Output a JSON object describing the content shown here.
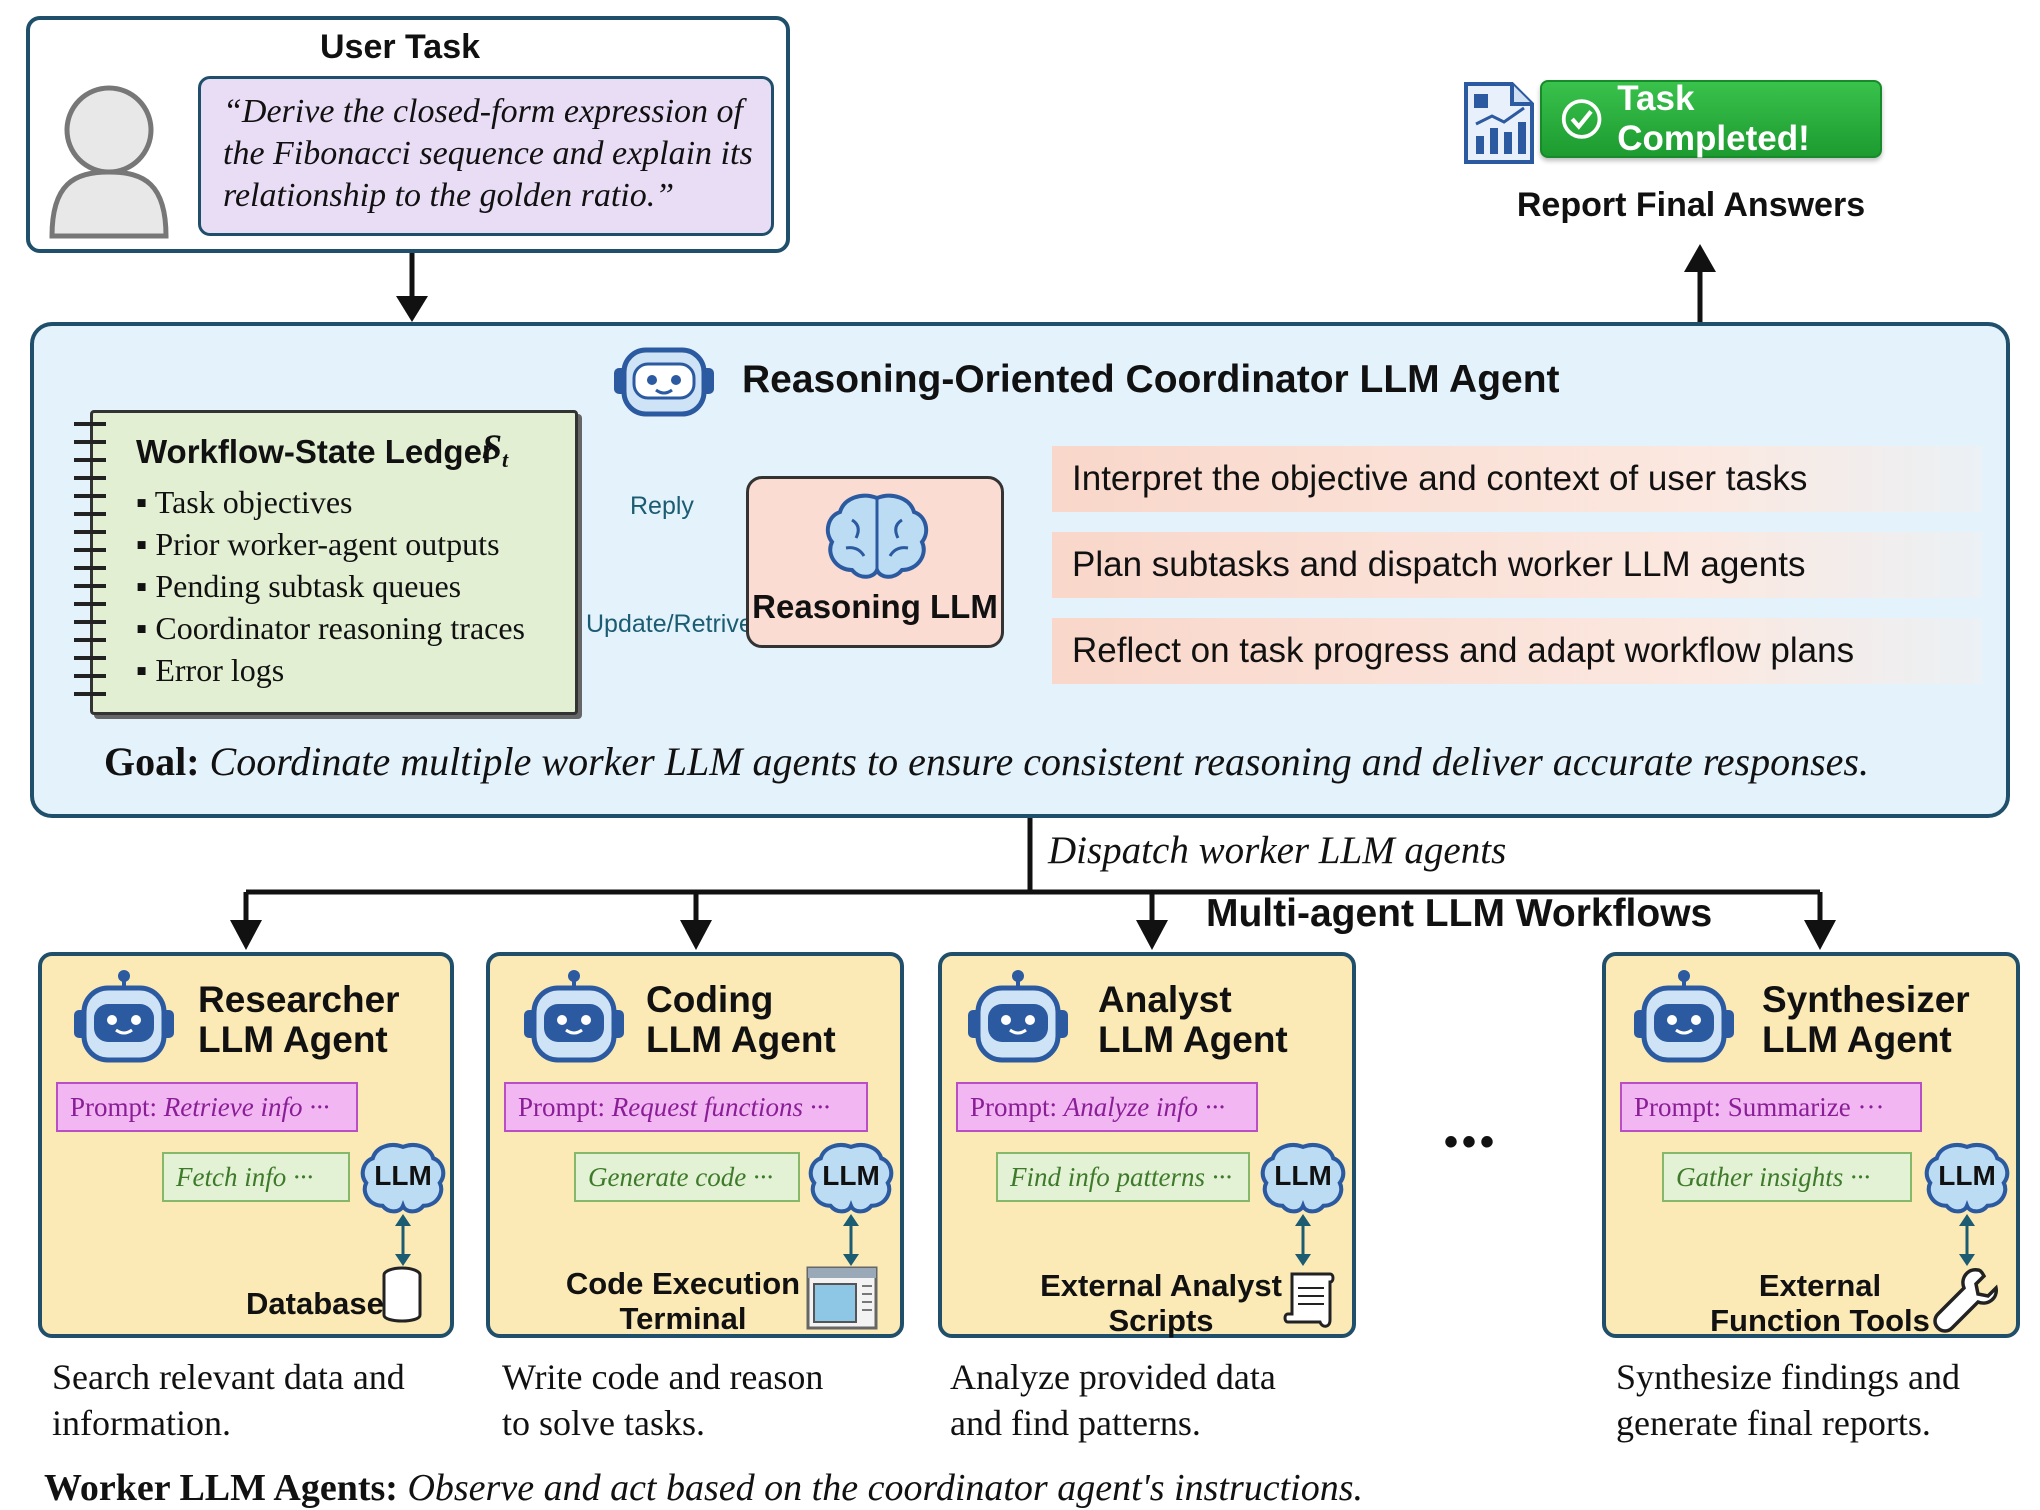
{
  "user_task": {
    "title": "User Task",
    "quote": "“Derive the closed-form expression of the Fibonacci sequence and explain its relationship to the golden ratio.”"
  },
  "completion": {
    "badge": "Task Completed!",
    "report": "Report Final Answers"
  },
  "coordinator": {
    "title": "Reasoning-Oriented Coordinator LLM Agent",
    "ledger": {
      "title": "Workflow-State Ledger",
      "state_symbol": "St",
      "items": [
        "Task objectives",
        "Prior worker-agent outputs",
        "Pending subtask queues",
        "Coordinator reasoning traces",
        "Error logs"
      ]
    },
    "reply_label": "Reply",
    "update_label": "Update/Retrive",
    "reasoning_llm": "Reasoning LLM",
    "responsibilities": [
      "Interpret the objective and context of user tasks",
      "Plan subtasks and dispatch worker LLM agents",
      "Reflect on task progress and adapt workflow plans"
    ],
    "goal_label": "Goal:",
    "goal_text": "Coordinate multiple worker LLM agents to ensure consistent reasoning and deliver accurate responses."
  },
  "dispatch_label": "Dispatch worker LLM agents",
  "workflows_title": "Multi-agent LLM Workflows",
  "ellipsis": "•••",
  "agents": [
    {
      "title_line1": "Researcher",
      "title_line2": "LLM Agent",
      "prompt_label": "Prompt:",
      "prompt": "Retrieve info ···",
      "action": "Fetch info ···",
      "llm": "LLM",
      "tool_line1": "Database",
      "tool_line2": "",
      "desc_line1": "Search relevant data and",
      "desc_line2": "information."
    },
    {
      "title_line1": "Coding",
      "title_line2": "LLM Agent",
      "prompt_label": "Prompt:",
      "prompt": "Request functions ···",
      "action": "Generate code ···",
      "llm": "LLM",
      "tool_line1": "Code Execution",
      "tool_line2": "Terminal",
      "desc_line1": "Write code and reason",
      "desc_line2": "to solve tasks."
    },
    {
      "title_line1": "Analyst",
      "title_line2": "LLM Agent",
      "prompt_label": "Prompt:",
      "prompt": "Analyze info ···",
      "action": "Find info patterns ···",
      "llm": "LLM",
      "tool_line1": "External Analyst",
      "tool_line2": "Scripts",
      "desc_line1": "Analyze provided data",
      "desc_line2": "and find patterns."
    },
    {
      "title_line1": "Synthesizer",
      "title_line2": "LLM Agent",
      "prompt_label": "Prompt:",
      "prompt": "Summarize ···",
      "action": "Gather insights ···",
      "llm": "LLM",
      "tool_line1": "External",
      "tool_line2": "Function Tools",
      "desc_line1": "Synthesize findings and",
      "desc_line2": "generate final reports."
    }
  ],
  "worker_footer_label": "Worker LLM Agents:",
  "worker_footer_text": "Observe and act based on the coordinator agent's instructions.",
  "colors": {
    "frame": "#1f4f6b",
    "coordinator_bg": "#e4f3fb",
    "agent_bg": "#fbeab6",
    "prompt_bg": "#f2b6f2",
    "action_bg": "#e3f1d5",
    "ledger_bg": "#e2efd3",
    "completed_green": "#1d9b30"
  }
}
